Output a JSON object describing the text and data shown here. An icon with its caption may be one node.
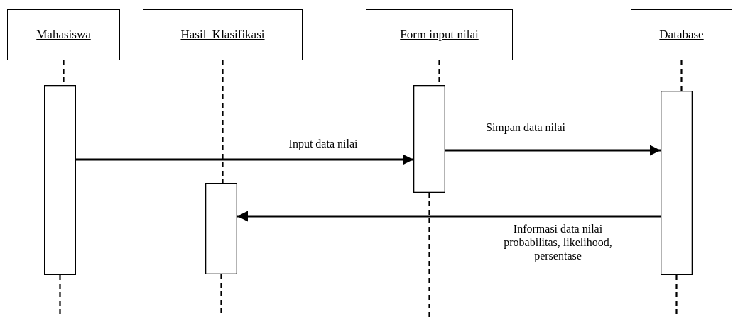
{
  "diagram": {
    "nodes": [
      {
        "text": [
          "Mahasiswa"
        ]
      },
      {
        "text": [
          "Hasil_Klasifikasi"
        ]
      },
      {
        "text": [
          "Form input nilai"
        ]
      },
      {
        "text": [
          "Database"
        ]
      },
      {
        "text": [],
        "shape": "bar"
      },
      {
        "text": [],
        "shape": "bar"
      },
      {
        "text": [],
        "shape": "bar"
      },
      {
        "text": [],
        "shape": "bar"
      }
    ],
    "edges": [
      {
        "from": 4,
        "to": 6,
        "arrow": "to",
        "label": "Input data nilai"
      },
      {
        "from": 6,
        "to": 7,
        "arrow": "to",
        "label": "Simpan data nilai"
      },
      {
        "from": 7,
        "to": 5,
        "arrow": "to",
        "label": "Informasi data nilai probabilitas, likelihood, persentase"
      },
      {
        "from": 0,
        "to": 4,
        "arrow": "none",
        "style": "dashed"
      },
      {
        "from": 1,
        "to": 5,
        "arrow": "none",
        "style": "dashed"
      },
      {
        "from": 2,
        "to": 6,
        "arrow": "none",
        "style": "dashed"
      },
      {
        "from": 3,
        "to": 7,
        "arrow": "none",
        "style": "dashed"
      },
      {
        "from": 4,
        "to": null,
        "arrow": "none",
        "style": "dashed"
      },
      {
        "from": 5,
        "to": null,
        "arrow": "none",
        "style": "dashed"
      },
      {
        "from": 6,
        "to": null,
        "arrow": "none",
        "style": "dashed"
      },
      {
        "from": 7,
        "to": null,
        "arrow": "none",
        "style": "dashed"
      }
    ]
  }
}
